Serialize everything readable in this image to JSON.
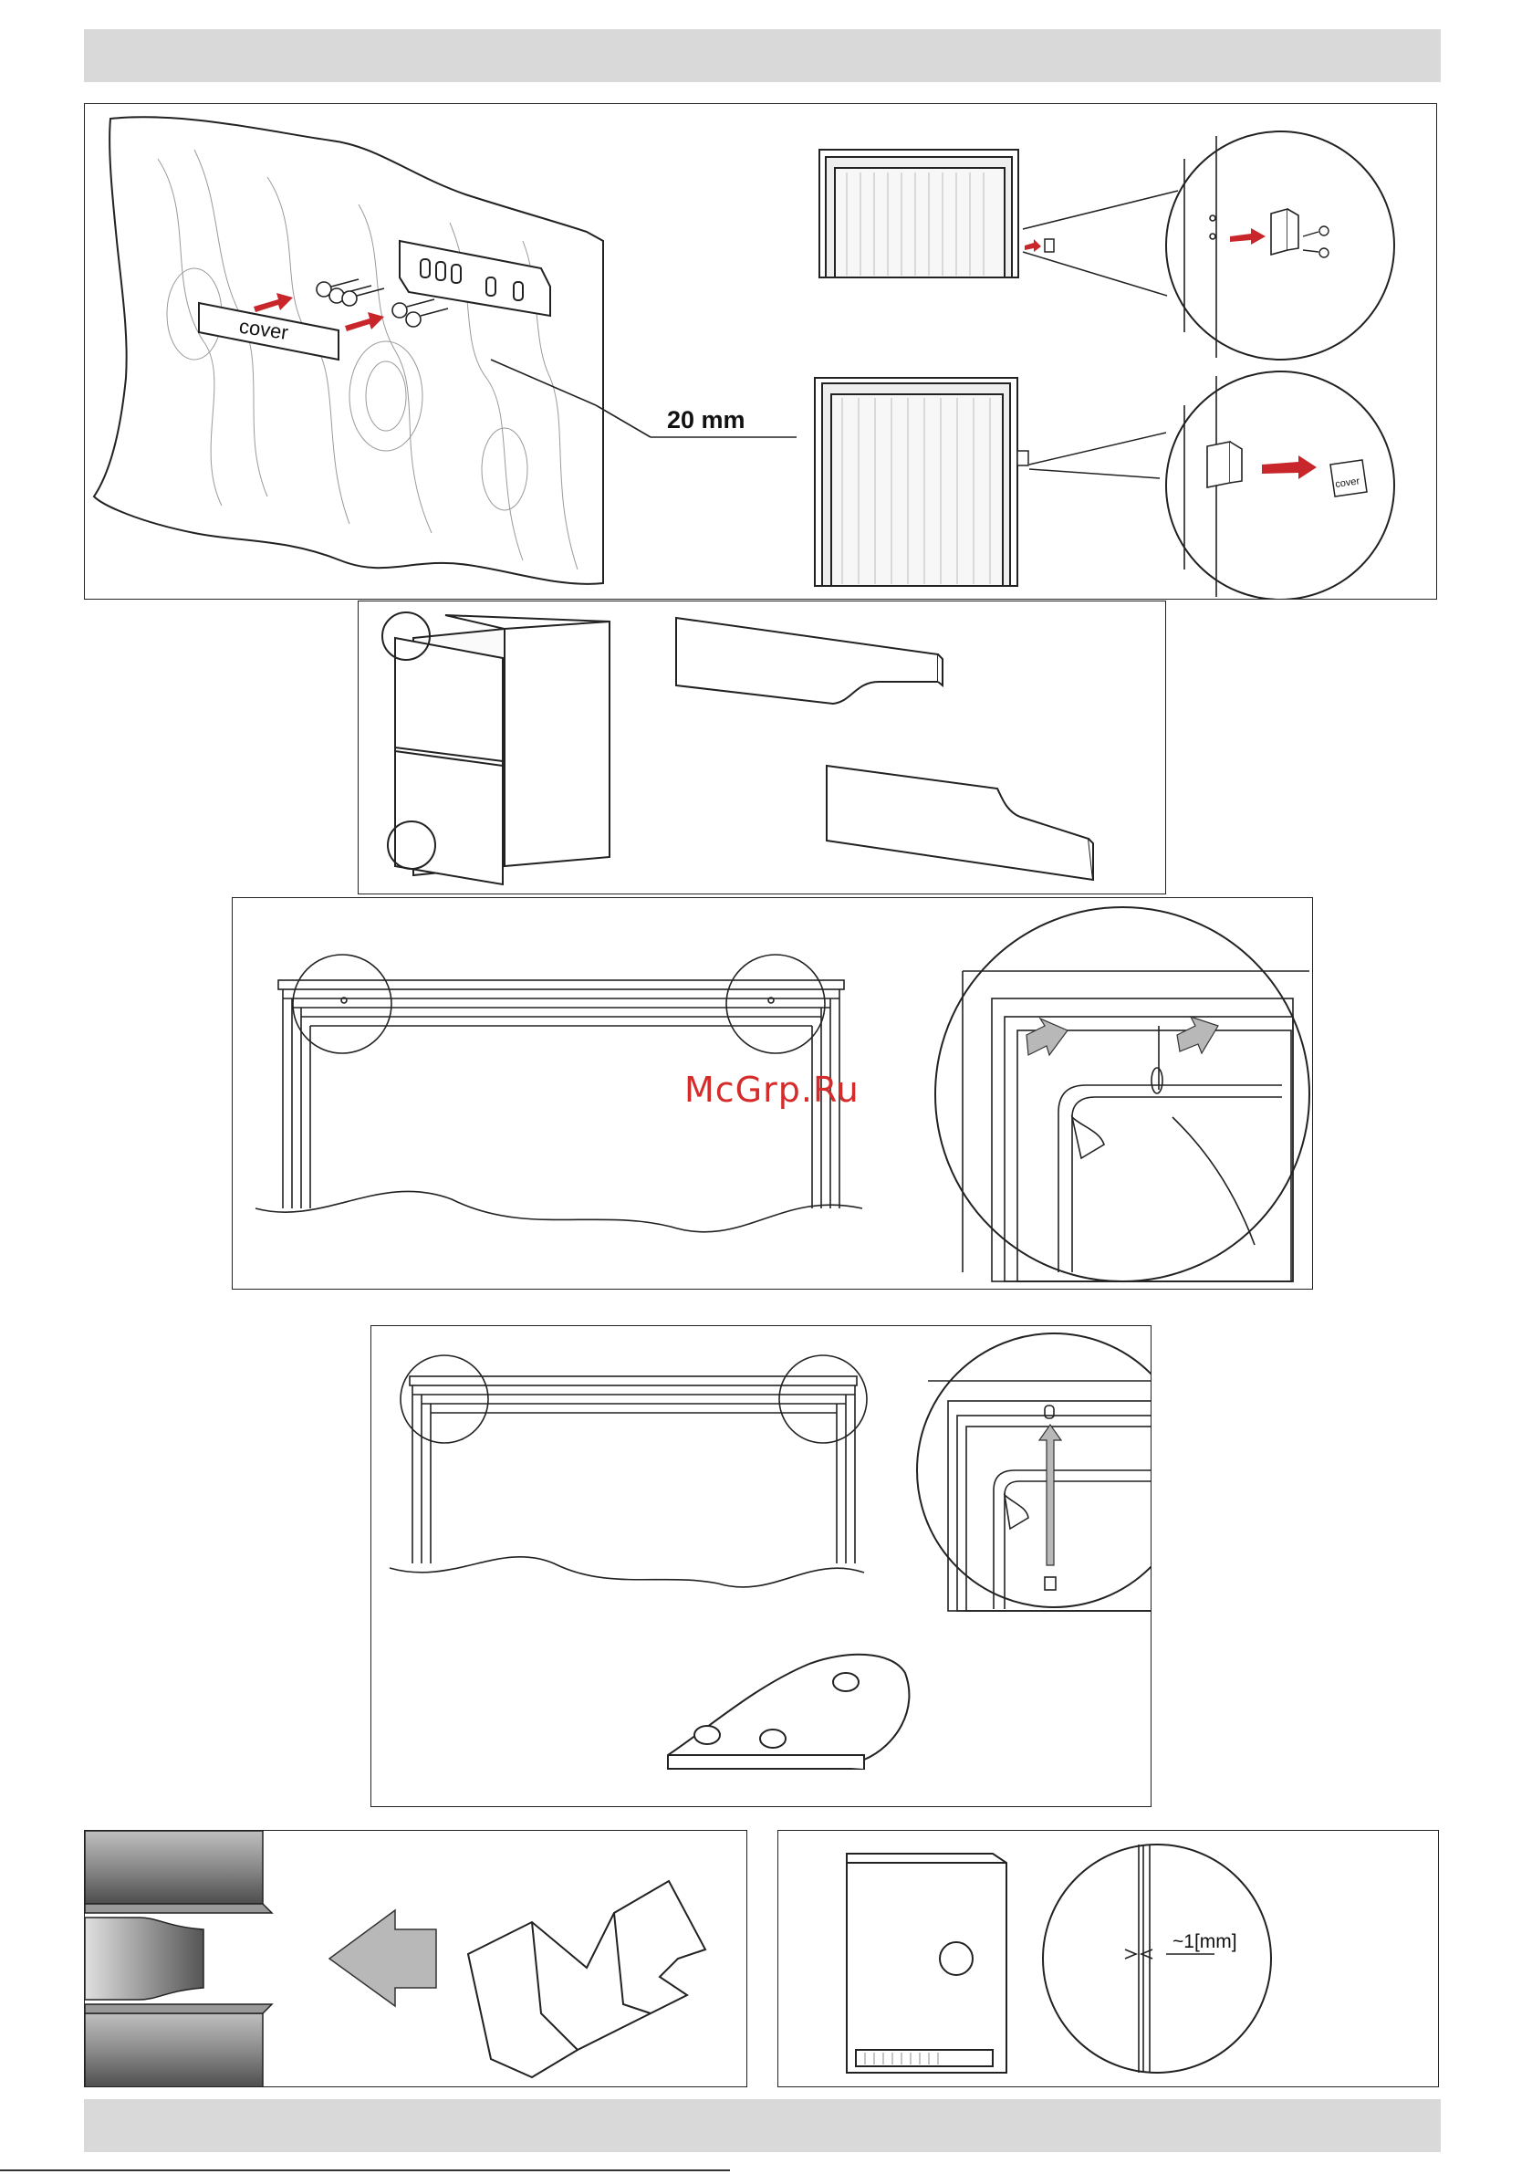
{
  "page": {
    "colors": {
      "header_bar": "#d9d9d9",
      "arrow_red": "#c8262a",
      "arrow_grey": "#b8b8b8",
      "watermark": "#d62b2b"
    }
  },
  "panel1": {
    "cover_label": "cover",
    "distance_label": "20 mm",
    "small_cover_label": "cover"
  },
  "panel6": {
    "gap_label": "~1[mm]"
  },
  "watermark": "McGrp.Ru"
}
